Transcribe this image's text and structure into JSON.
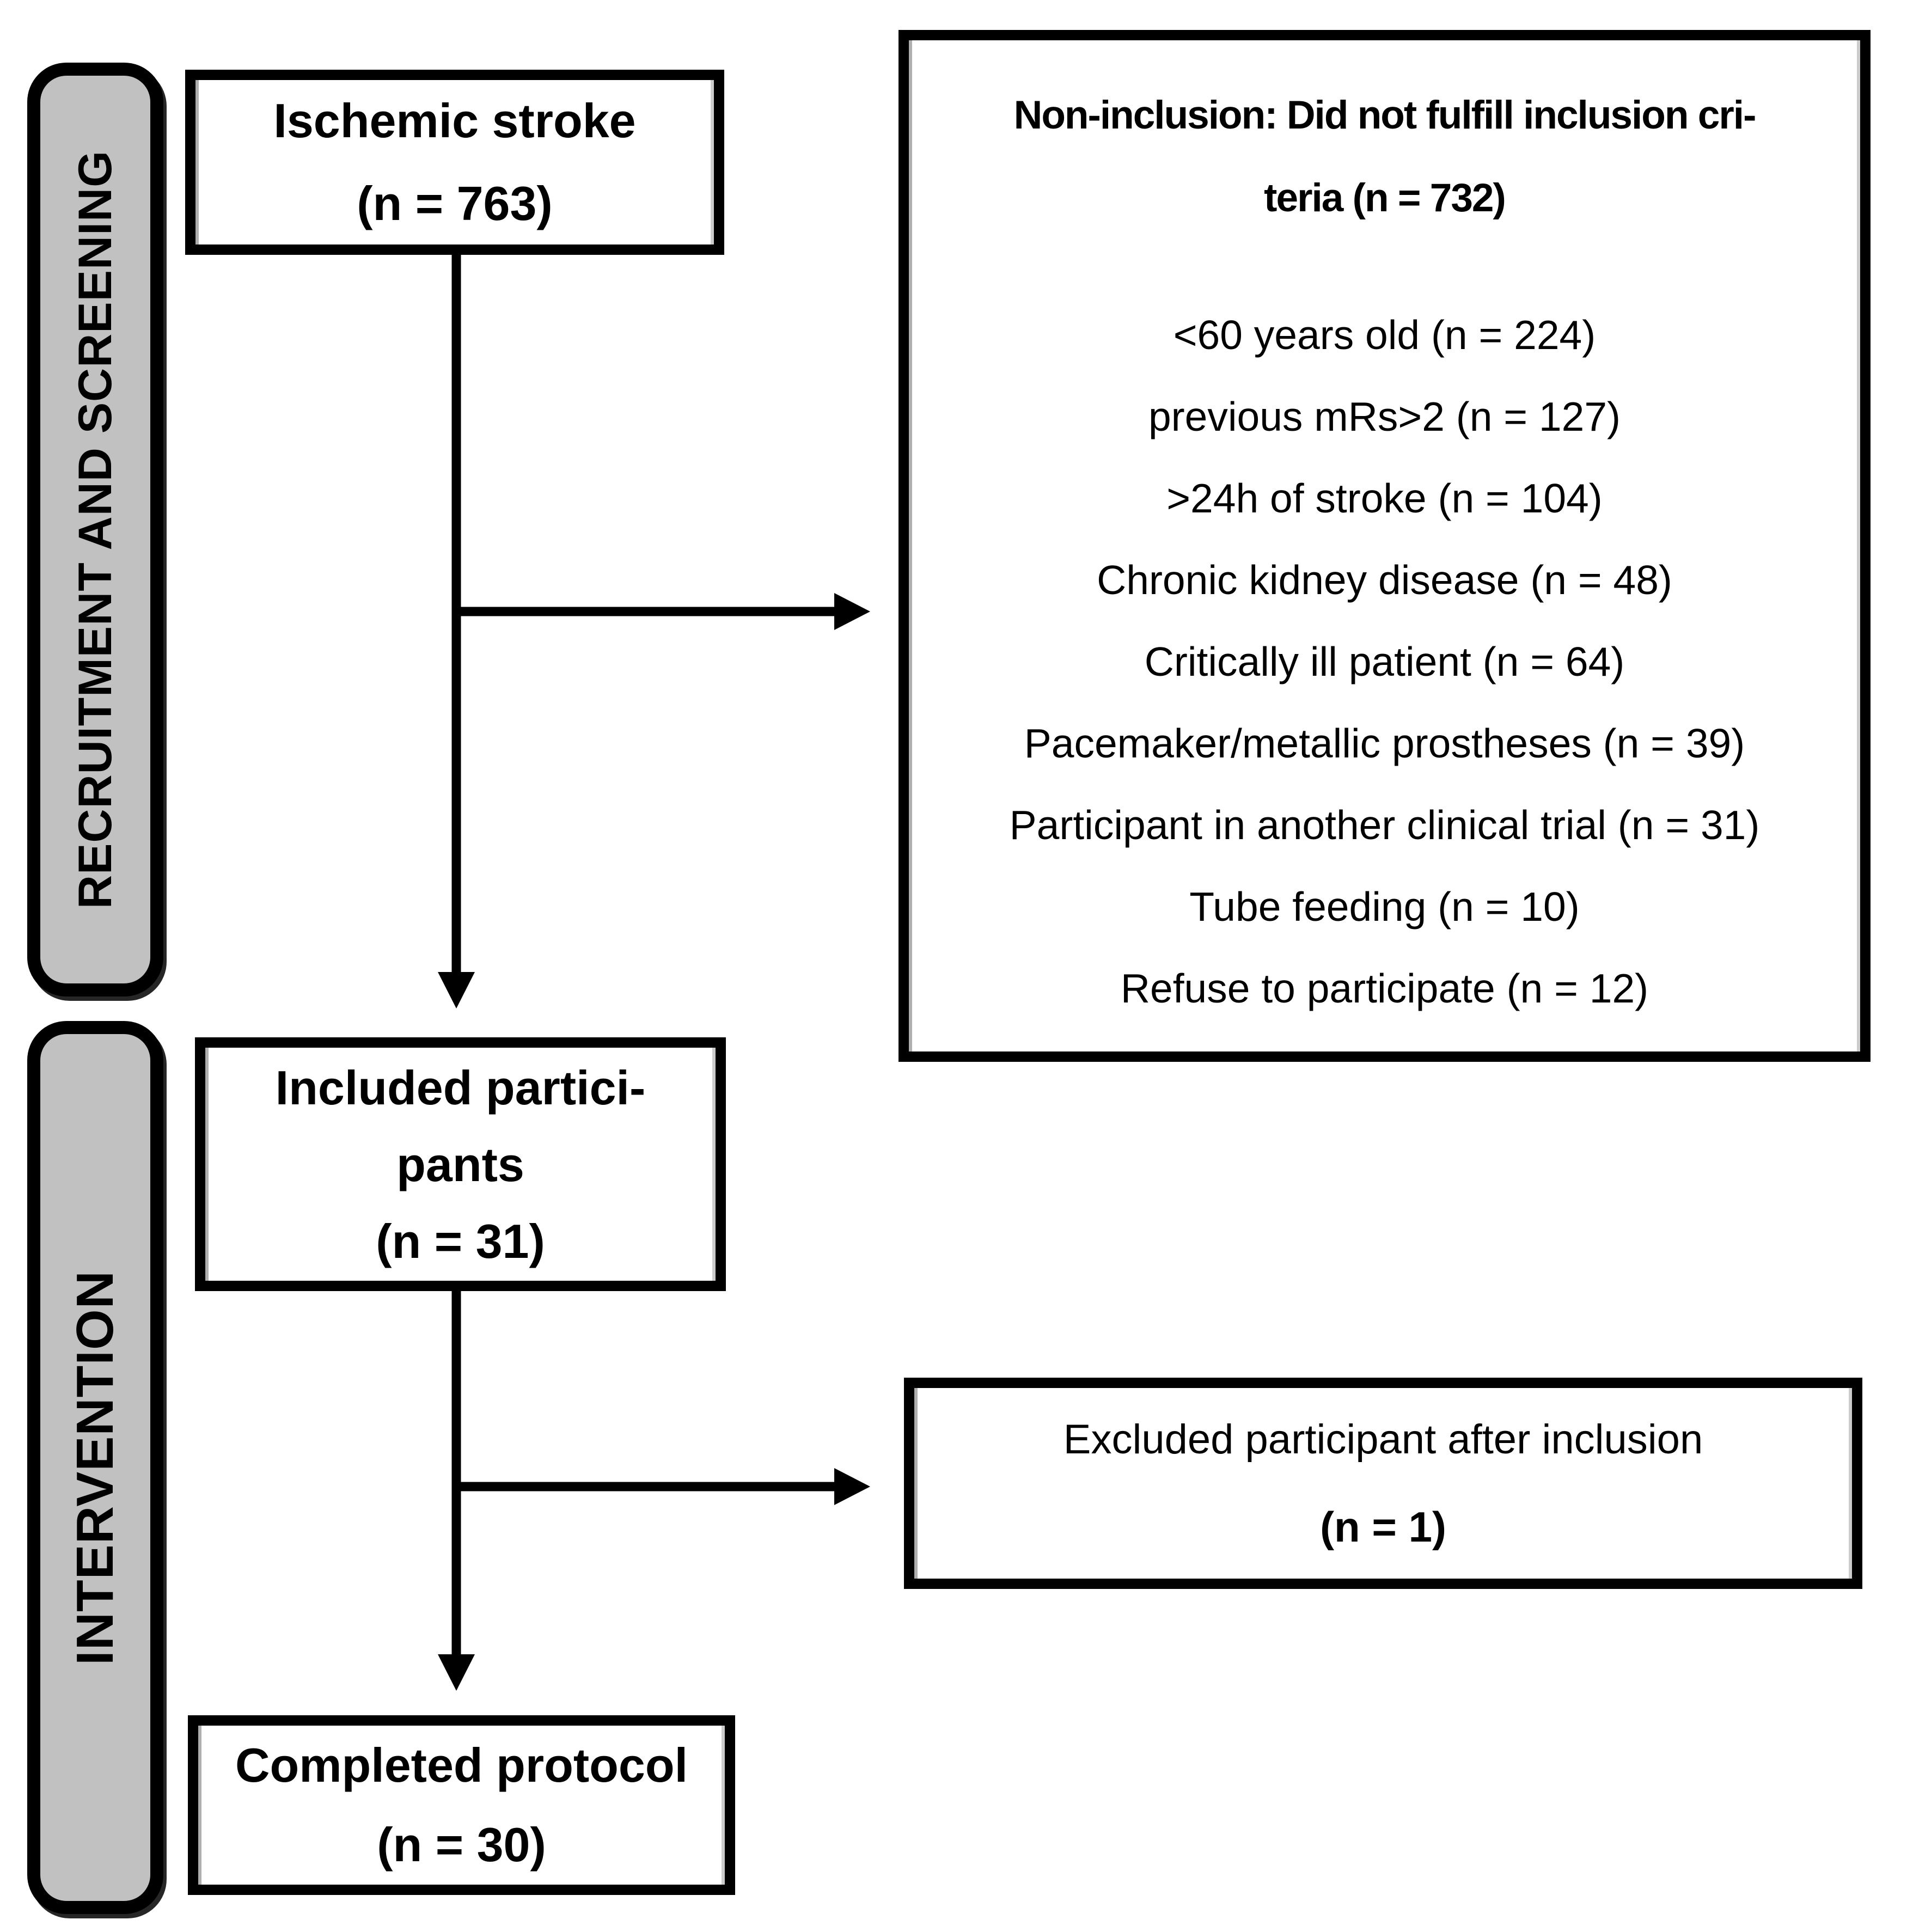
{
  "colors": {
    "background": "#ffffff",
    "box_border": "#000000",
    "sidebar_fill": "#c1c1c1",
    "text": "#000000"
  },
  "sidebar": {
    "recruitment_label": "RECRUITMENT AND SCREENING",
    "intervention_label": "INTERVENTION"
  },
  "boxes": {
    "ischemic": {
      "line1": "Ischemic stroke",
      "line2": "(n = 763)"
    },
    "non_inclusion": {
      "header_line1": "Non-inclusion: Did not fulfill inclusion cri-",
      "header_line2": "teria (n = 732)",
      "items": [
        "<60 years old (n = 224)",
        "previous mRs>2 (n = 127)",
        ">24h of stroke (n = 104)",
        "Chronic kidney disease (n = 48)",
        "Critically ill patient (n = 64)",
        "Pacemaker/metallic prostheses (n = 39)",
        "Participant in another clinical trial (n = 31)",
        "Tube feeding (n = 10)",
        "Refuse to participate (n = 12)"
      ]
    },
    "included": {
      "line1": "Included partici-",
      "line2": "pants",
      "line3": "(n = 31)"
    },
    "excluded": {
      "line1": "Excluded participant after inclusion",
      "line2": "(n = 1)"
    },
    "completed": {
      "line1": "Completed protocol",
      "line2": "(n = 30)"
    }
  }
}
